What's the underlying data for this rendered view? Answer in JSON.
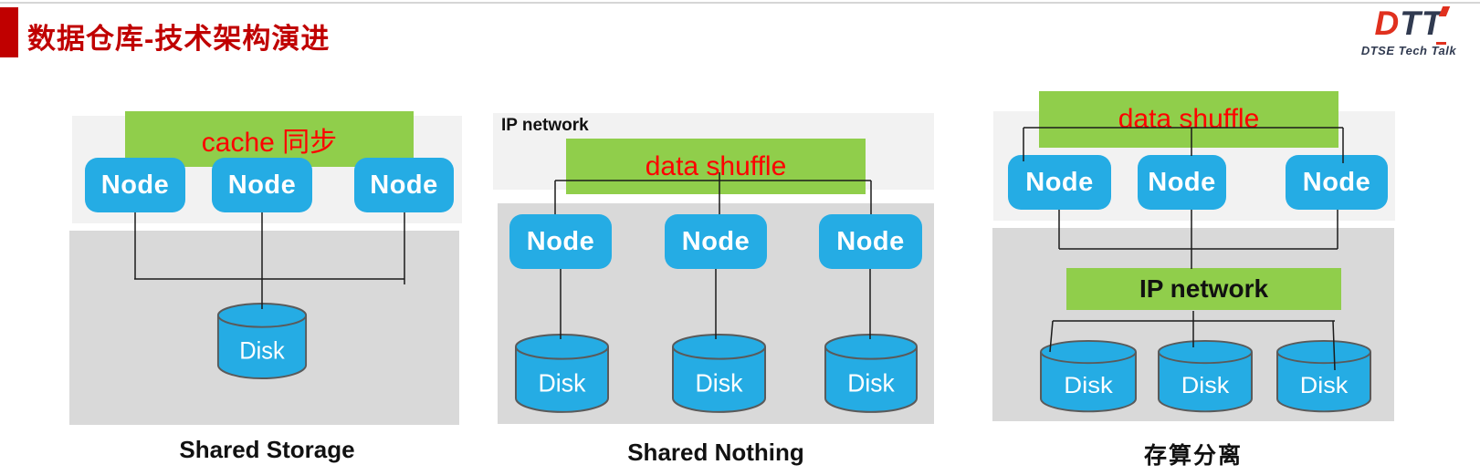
{
  "slide": {
    "title": "数据仓库-技术架构演进"
  },
  "logo": {
    "wordmark_d": "D",
    "wordmark_tt": "TT",
    "subtitle": "DTSE Tech Talk"
  },
  "colors": {
    "title_red": "#C00000",
    "annotation_red": "#FF0000",
    "node_blue": "#25ACE4",
    "green": "#90CE4B",
    "panel_light_gray": "#F2F2F2",
    "panel_dark_gray": "#D9D9D9",
    "logo_red": "#E0301E",
    "logo_navy": "#303A50"
  },
  "panels": [
    {
      "caption": "Shared Storage",
      "annotation": "cache 同步",
      "node_label": "Node",
      "disk_label": "Disk"
    },
    {
      "caption": "Shared Nothing",
      "network_label": "IP network",
      "annotation": "data shuffle",
      "node_label": "Node",
      "disk_label": "Disk"
    },
    {
      "caption": "存算分离",
      "annotation": "data shuffle",
      "network_label": "IP network",
      "node_label": "Node",
      "disk_label": "Disk"
    }
  ]
}
